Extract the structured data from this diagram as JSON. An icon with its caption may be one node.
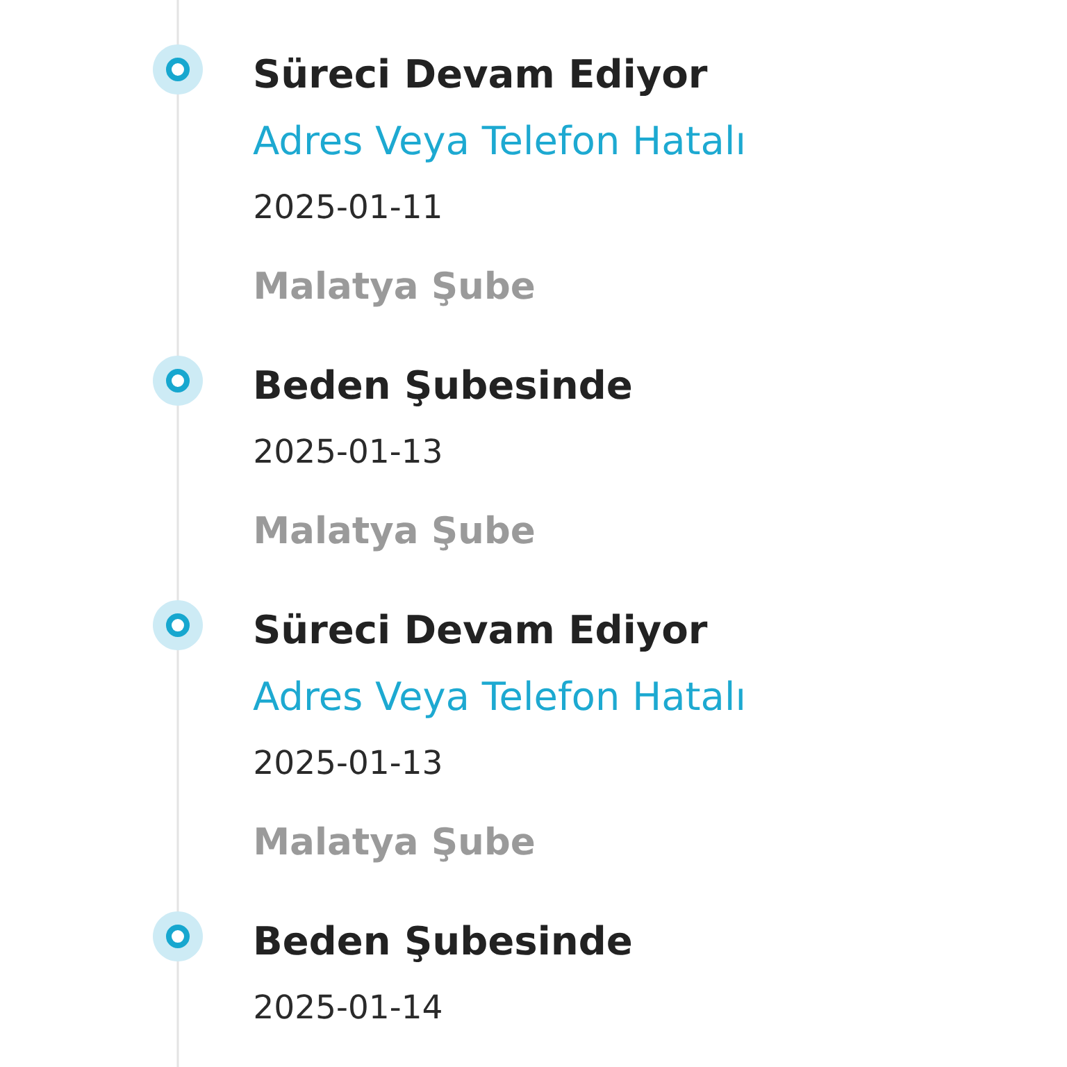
{
  "diagram": {
    "nodes": [
      {
        "text": [
          "Süreci Devam Ediyor",
          "Adres Veya Telefon Hatalı"
        ],
        "beside": [
          "2025-01-11",
          "Malatya Şube"
        ]
      },
      {
        "text": [
          "Beden Şubesinde"
        ],
        "beside": [
          "2025-01-13",
          "Malatya Şube"
        ]
      },
      {
        "text": [
          "Süreci Devam Ediyor",
          "Adres Veya Telefon Hatalı"
        ],
        "beside": [
          "2025-01-13",
          "Malatya Şube"
        ]
      },
      {
        "text": [
          "Beden Şubesinde"
        ],
        "beside": [
          "2025-01-14"
        ]
      }
    ]
  }
}
